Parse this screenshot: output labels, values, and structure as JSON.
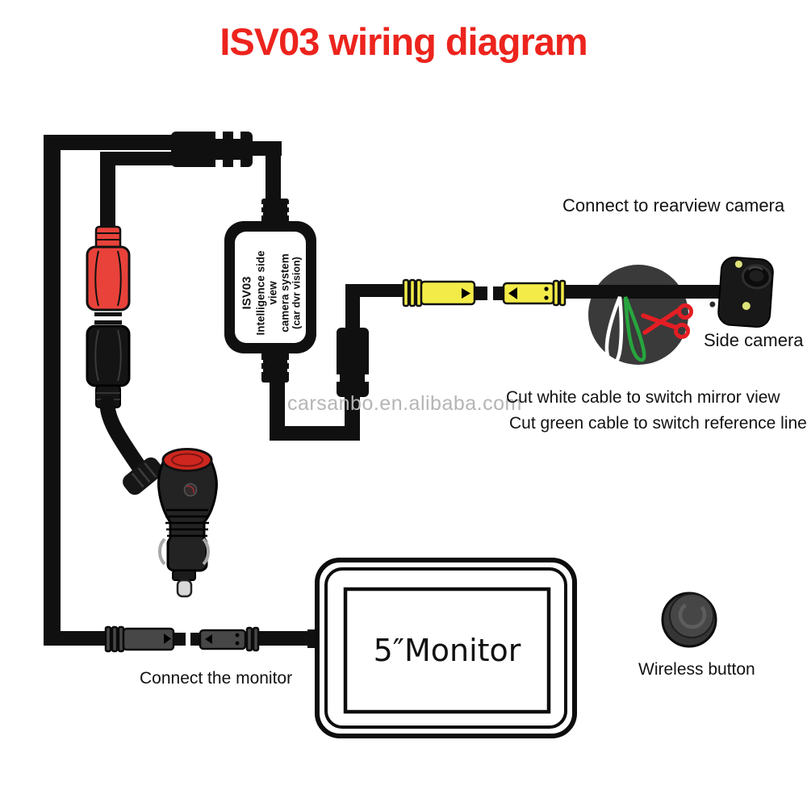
{
  "title": "ISV03 wiring diagram",
  "watermark": "carsanbo.en.alibaba.com",
  "device_box": {
    "model": "ISV03",
    "line2": "Intelligence side view",
    "line3": "camera system",
    "line4": "(car dvr vision)"
  },
  "labels": {
    "rearview_camera": "Connect to rearview camera",
    "side_camera": "Side camera",
    "cut_white": "Cut white cable to switch mirror view",
    "cut_green": "Cut green cable to switch reference line",
    "connect_monitor": "Connect the monitor",
    "monitor_screen": "5″Monitor",
    "wireless_button": "Wireless button"
  },
  "colors": {
    "title-red": "#ec241d",
    "wire": "#101010",
    "fuse-red": "#e8423a",
    "plug-cap-red": "#cf2720",
    "connector-yellow": "#f3ec48",
    "connector-gray": "#474747",
    "circle-bg": "#3a3a3a",
    "loop-white": "#ffffff",
    "loop-green": "#27a53e",
    "scissors-red": "#e31e24",
    "watermark-gray": "#b5b5b5",
    "label-text": "#111111"
  }
}
